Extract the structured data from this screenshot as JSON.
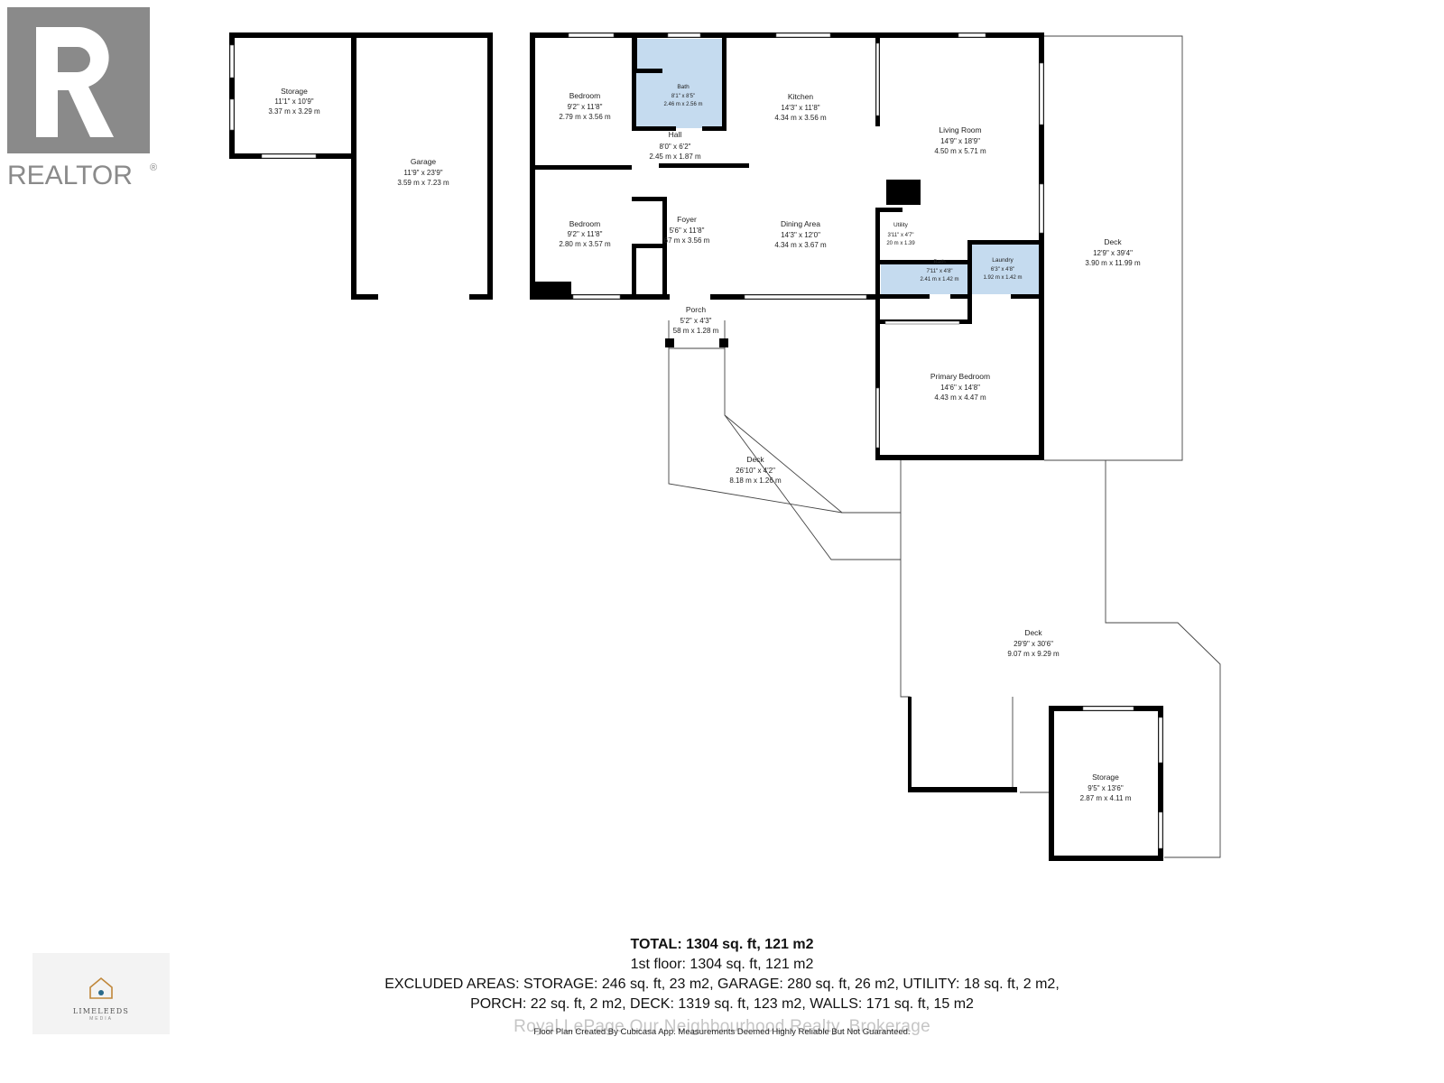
{
  "rooms": {
    "storage_top": {
      "name": "Storage",
      "imperial": "11'1\" x 10'9\"",
      "metric": "3.37 m x 3.29 m"
    },
    "garage": {
      "name": "Garage",
      "imperial": "11'9\" x 23'9\"",
      "metric": "3.59 m x 7.23 m"
    },
    "bedroom_1": {
      "name": "Bedroom",
      "imperial": "9'2\" x 11'8\"",
      "metric": "2.79 m x 3.56 m"
    },
    "bath_1": {
      "name": "Bath",
      "imperial": "8'1\" x 8'5\"",
      "metric": "2.46 m x 2.56 m"
    },
    "hall": {
      "name": "Hall",
      "imperial": "8'0\" x 6'2\"",
      "metric": "2.45 m x 1.87 m"
    },
    "kitchen": {
      "name": "Kitchen",
      "imperial": "14'3\" x 11'8\"",
      "metric": "4.34 m x 3.56 m"
    },
    "living_room": {
      "name": "Living Room",
      "imperial": "14'9\" x 18'9\"",
      "metric": "4.50 m x 5.71 m"
    },
    "bedroom_2": {
      "name": "Bedroom",
      "imperial": "9'2\" x 11'8\"",
      "metric": "2.80 m x 3.57 m"
    },
    "foyer": {
      "name": "Foyer",
      "imperial": "5'6\" x 11'8\"",
      "metric": "67 m x 3.56 m"
    },
    "dining_area": {
      "name": "Dining Area",
      "imperial": "14'3\" x 12'0\"",
      "metric": "4.34 m x 3.67 m"
    },
    "utility": {
      "name": "Utility",
      "imperial": "3'11\" x 4'7\"",
      "metric": "20 m x 1.39"
    },
    "bath_2": {
      "name": "Bath",
      "imperial": "7'11\" x 4'8\"",
      "metric": "2.41 m x 1.42 m"
    },
    "laundry": {
      "name": "Laundry",
      "imperial": "6'3\" x 4'8\"",
      "metric": "1.92 m x 1.42 m"
    },
    "deck_right": {
      "name": "Deck",
      "imperial": "12'9\" x 39'4\"",
      "metric": "3.90 m x 11.99 m"
    },
    "porch": {
      "name": "Porch",
      "imperial": "5'2\" x 4'3\"",
      "metric": "58 m x 1.28 m"
    },
    "primary_bedroom": {
      "name": "Primary Bedroom",
      "imperial": "14'6\" x 14'8\"",
      "metric": "4.43 m x 4.47 m"
    },
    "deck_path": {
      "name": "Deck",
      "imperial": "26'10\" x 4'2\"",
      "metric": "8.18 m x 1.26 m"
    },
    "deck_large": {
      "name": "Deck",
      "imperial": "29'9\" x 30'6\"",
      "metric": "9.07 m x 9.29 m"
    },
    "storage_bottom": {
      "name": "Storage",
      "imperial": "9'5\" x 13'6\"",
      "metric": "2.87 m x 4.11 m"
    }
  },
  "summary": {
    "total": "TOTAL: 1304 sq. ft, 121 m2",
    "floor1": "1st floor: 1304 sq. ft, 121 m2",
    "excluded_line1": "EXCLUDED AREAS: STORAGE: 246 sq. ft, 23 m2, GARAGE: 280 sq. ft, 26 m2, UTILITY: 18 sq. ft, 2 m2,",
    "excluded_line2": "PORCH: 22 sq. ft, 2 m2, DECK: 1319 sq. ft, 123 m2, WALLS: 171 sq. ft, 15 m2",
    "credit": "Floor Plan Created By Cubicasa App. Measurements Deemed Highly Reliable But Not Guaranteed."
  },
  "watermark": "Royal LePage Our Neighbourhood Realty, Brokerage",
  "logos": {
    "realtor": "REALTOR",
    "realtor_mark": "®",
    "limeleeds": "LIMELEEDS",
    "limeleeds_sub": "MEDIA"
  },
  "colors": {
    "wall": "#000000",
    "bath_fill": "#c5dbef",
    "realtor_grey": "#8a8a8a"
  }
}
